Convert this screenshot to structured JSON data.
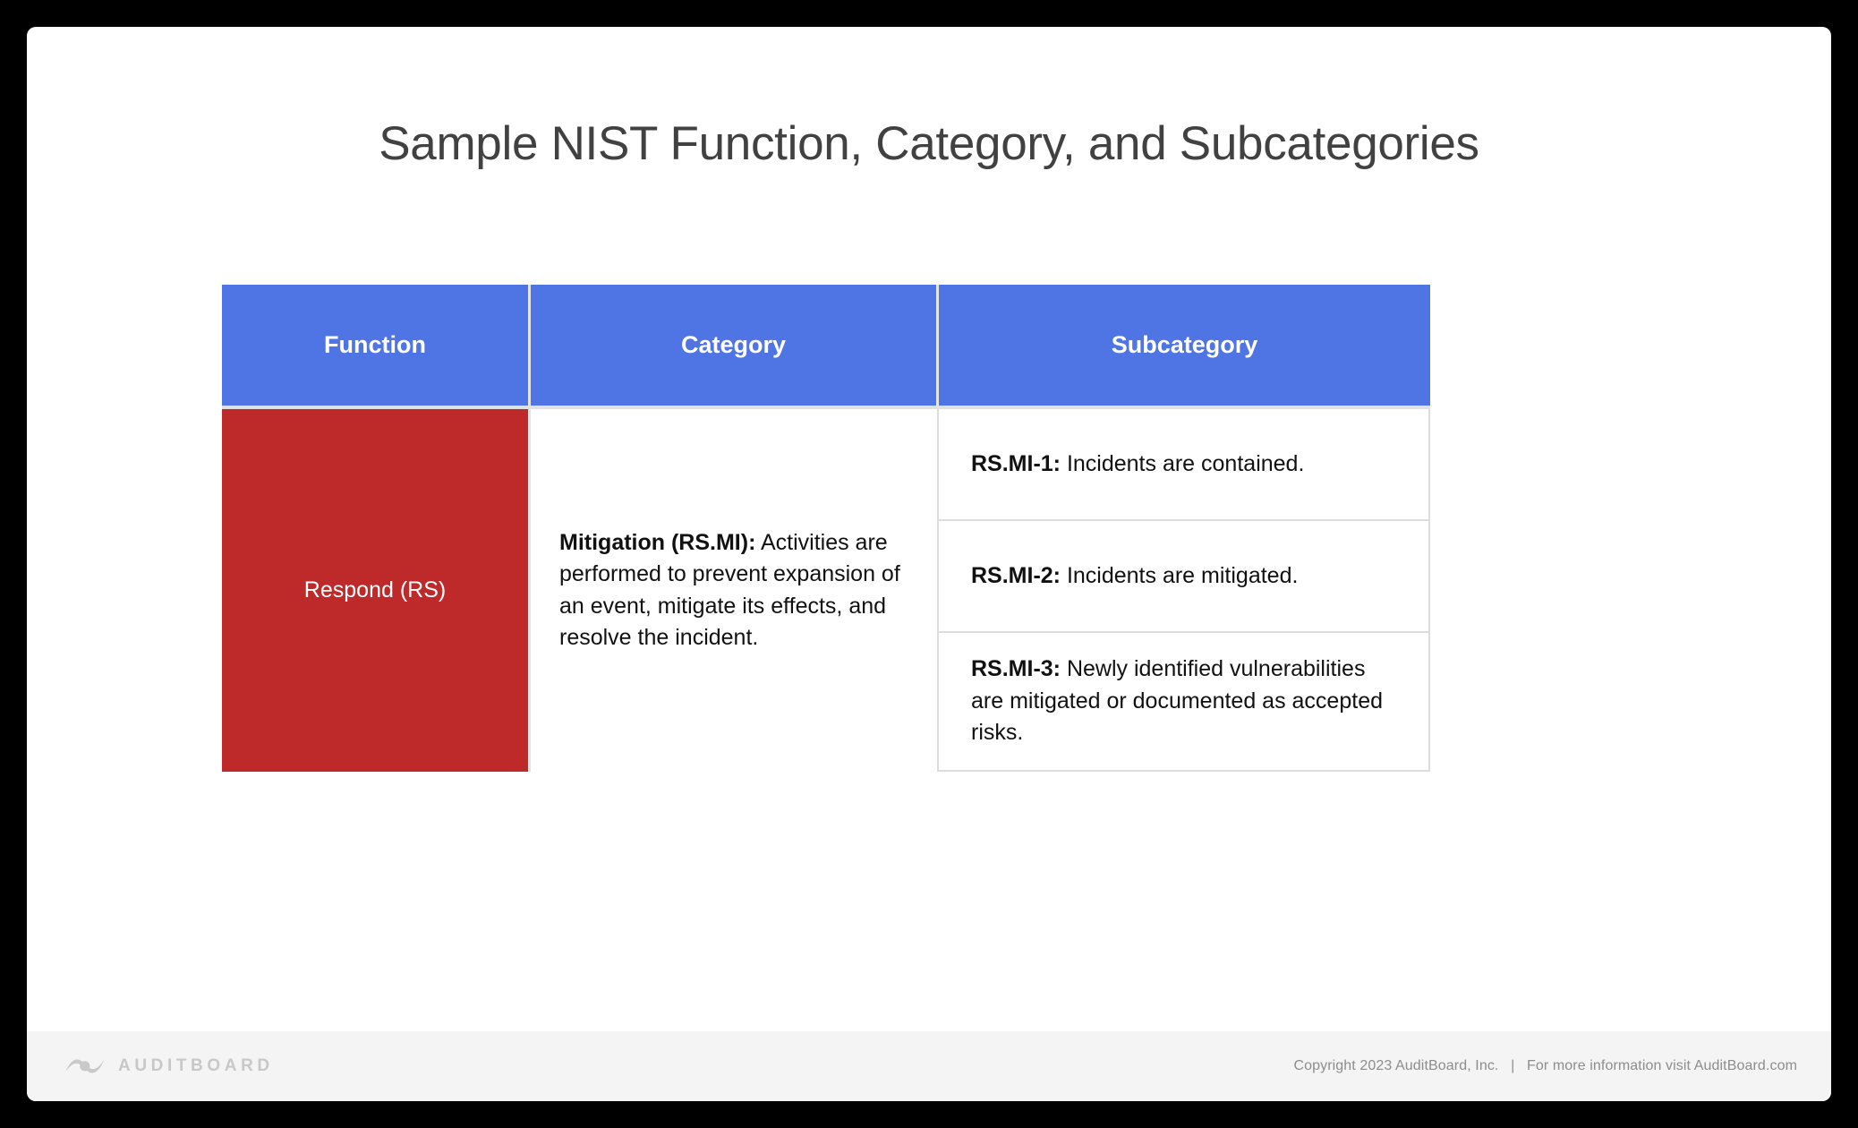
{
  "slide": {
    "title": "Sample NIST Function, Category, and Subcategories"
  },
  "table": {
    "headers": {
      "function": "Function",
      "category": "Category",
      "subcategory": "Subcategory"
    },
    "function_cell": {
      "label": "Respond (RS)",
      "color": "#be2a2a"
    },
    "category_cell": {
      "title": "Mitigation (RS.MI):",
      "body": " Activities are performed to prevent expansion of an event, mitigate its effects, and resolve the incident."
    },
    "subcategories": [
      {
        "code": "RS.MI-1:",
        "text": " Incidents are contained."
      },
      {
        "code": "RS.MI-2:",
        "text": " Incidents are mitigated."
      },
      {
        "code": "RS.MI-3:",
        "text": " Newly identified vulnerabilities are mitigated or documented as accepted risks."
      }
    ],
    "header_color": "#4f74e3"
  },
  "footer": {
    "brand_word": "AUDITBOARD",
    "brand_icon": "auditboard-eye-logo-icon",
    "legal": "Copyright 2023 AuditBoard, Inc.   |   For more information visit AuditBoard.com"
  }
}
